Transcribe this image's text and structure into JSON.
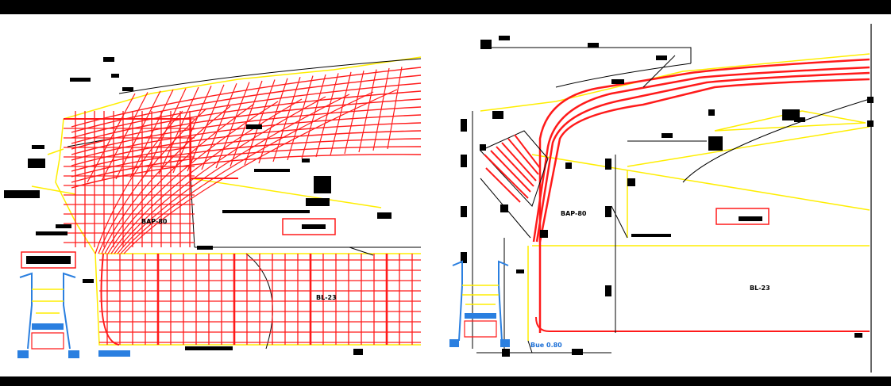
{
  "drawings": {
    "left": {
      "label_road": "BAP-80",
      "label_block": "BL-23"
    },
    "right": {
      "label_road": "BAP-80",
      "label_block": "BL-23",
      "label_bottom": "Bue 0.80"
    }
  },
  "colors": {
    "grid": "#ff1a1a",
    "outline": "#ffee00",
    "detail": "#2a7fe0",
    "dim": "#000000"
  }
}
